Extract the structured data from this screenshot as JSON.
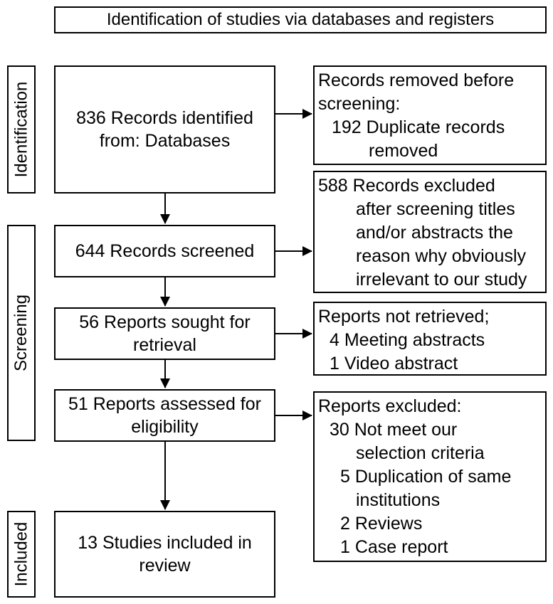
{
  "header": "Identification of studies via databases and registers",
  "phases": {
    "identification": "Identification",
    "screening": "Screening",
    "included": "Included"
  },
  "main": {
    "identified": [
      "836 Records identified",
      "from: Databases"
    ],
    "screened": [
      "644 Records screened"
    ],
    "sought": [
      "56 Reports sought for",
      "retrieval"
    ],
    "assessed": [
      "51 Reports assessed for",
      "eligibility"
    ],
    "included": [
      "13 Studies included in",
      "review"
    ]
  },
  "side": {
    "removed": [
      "Records removed before",
      "screening:",
      "192 Duplicate records",
      "removed"
    ],
    "excluded_screening": [
      "588 Records excluded",
      "after screening titles",
      "and/or abstracts the",
      "reason why obviously",
      "irrelevant to our study"
    ],
    "not_retrieved": [
      "Reports not retrieved;",
      "4 Meeting abstracts",
      "1 Video abstract"
    ],
    "reports_excluded": [
      "Reports excluded:",
      "30 Not meet our",
      "selection criteria",
      "5 Duplication of same",
      "institutions",
      "2 Reviews",
      "1 Case report"
    ]
  }
}
